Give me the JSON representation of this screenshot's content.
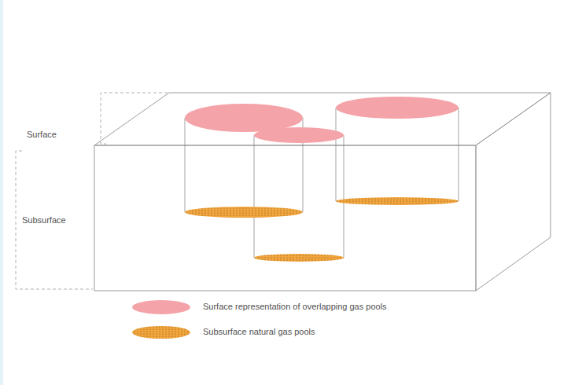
{
  "diagram": {
    "labels": [
      "Surface",
      "Subsurface"
    ],
    "legend": [
      {
        "text": "Surface representation of overlapping gas pools",
        "color": "#f4a3a8"
      },
      {
        "text": "Subsurface natural gas pools",
        "color": "#f2a53c"
      }
    ]
  }
}
